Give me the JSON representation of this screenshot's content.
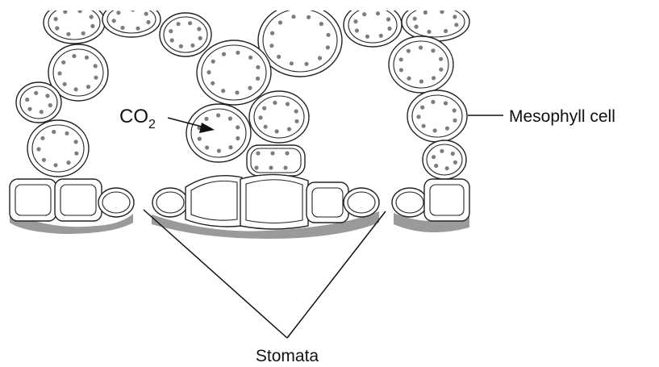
{
  "labels": {
    "co2_main": "CO",
    "co2_sub": "2",
    "mesophyll": "Mesophyll cell",
    "stomata": "Stomata"
  },
  "colors": {
    "stroke": "#222222",
    "chloroplast": "#7d7d7d",
    "epidermis_shadow": "#9a9a9a",
    "background": "#ffffff"
  }
}
